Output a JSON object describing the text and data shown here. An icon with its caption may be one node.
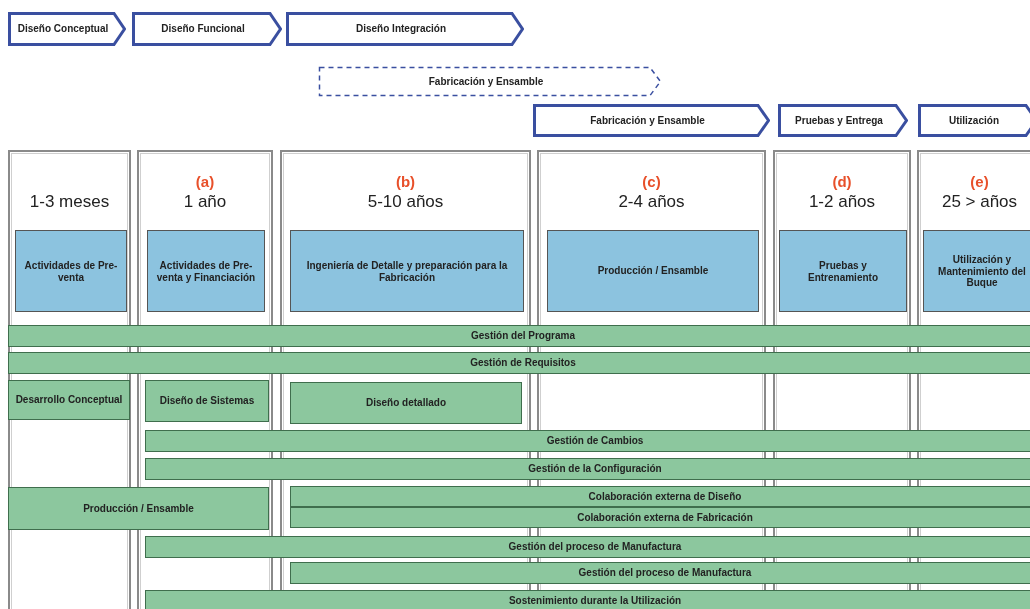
{
  "diagram": {
    "nodes": [
      {
        "text": [
          "Diseño Conceptual"
        ]
      },
      {
        "text": [
          "Diseño Funcional"
        ]
      },
      {
        "text": [
          "Diseño Integración"
        ]
      },
      {
        "text": [
          "Fabricación y Ensamble"
        ]
      },
      {
        "text": [
          "Fabricación y Ensamble"
        ]
      },
      {
        "text": [
          "Pruebas y Entrega"
        ]
      },
      {
        "text": [
          "Utilización"
        ]
      },
      {
        "text": [
          "1-3 meses"
        ]
      },
      {
        "text": [
          "Actividades de Pre-venta"
        ],
        "in": 7
      },
      {
        "text": [
          "(a)",
          "1 año"
        ]
      },
      {
        "text": [
          "Actividades de Pre-venta y Financiación"
        ],
        "in": 9
      },
      {
        "text": [
          "(b)",
          "5-10 años"
        ]
      },
      {
        "text": [
          "Ingeniería de Detalle y preparación para la Fabricación"
        ],
        "in": 11
      },
      {
        "text": [
          "(c)",
          "2-4 años"
        ]
      },
      {
        "text": [
          "Producción / Ensamble"
        ],
        "in": 13
      },
      {
        "text": [
          "(d)",
          "1-2 años"
        ]
      },
      {
        "text": [
          "Pruebas y Entrenamiento"
        ],
        "in": 15
      },
      {
        "text": [
          "(e)",
          "25 > años"
        ]
      },
      {
        "text": [
          "Utilización y Mantenimiento del Buque"
        ],
        "in": 17
      },
      {
        "text": [
          "Gestión del Programa"
        ]
      },
      {
        "text": [
          "Gestión de Requisitos"
        ]
      },
      {
        "text": [
          "Desarrollo Conceptual"
        ],
        "in": 7
      },
      {
        "text": [
          "Diseño de Sistemas"
        ],
        "in": 9
      },
      {
        "text": [
          "Diseño detallado"
        ],
        "in": 11
      },
      {
        "text": [
          "Gestión de Cambios"
        ]
      },
      {
        "text": [
          "Gestión de la Configuración"
        ]
      },
      {
        "text": [
          "Producción / Ensamble"
        ]
      },
      {
        "text": [
          "Colaboración externa de Diseño"
        ]
      },
      {
        "text": [
          "Colaboración externa de Fabricación"
        ]
      },
      {
        "text": [
          "Gestión del proceso de Manufactura"
        ]
      },
      {
        "text": [
          "Gestión del proceso de Manufactura"
        ]
      },
      {
        "text": [
          "Sostenimiento durante la Utilización"
        ]
      }
    ]
  }
}
